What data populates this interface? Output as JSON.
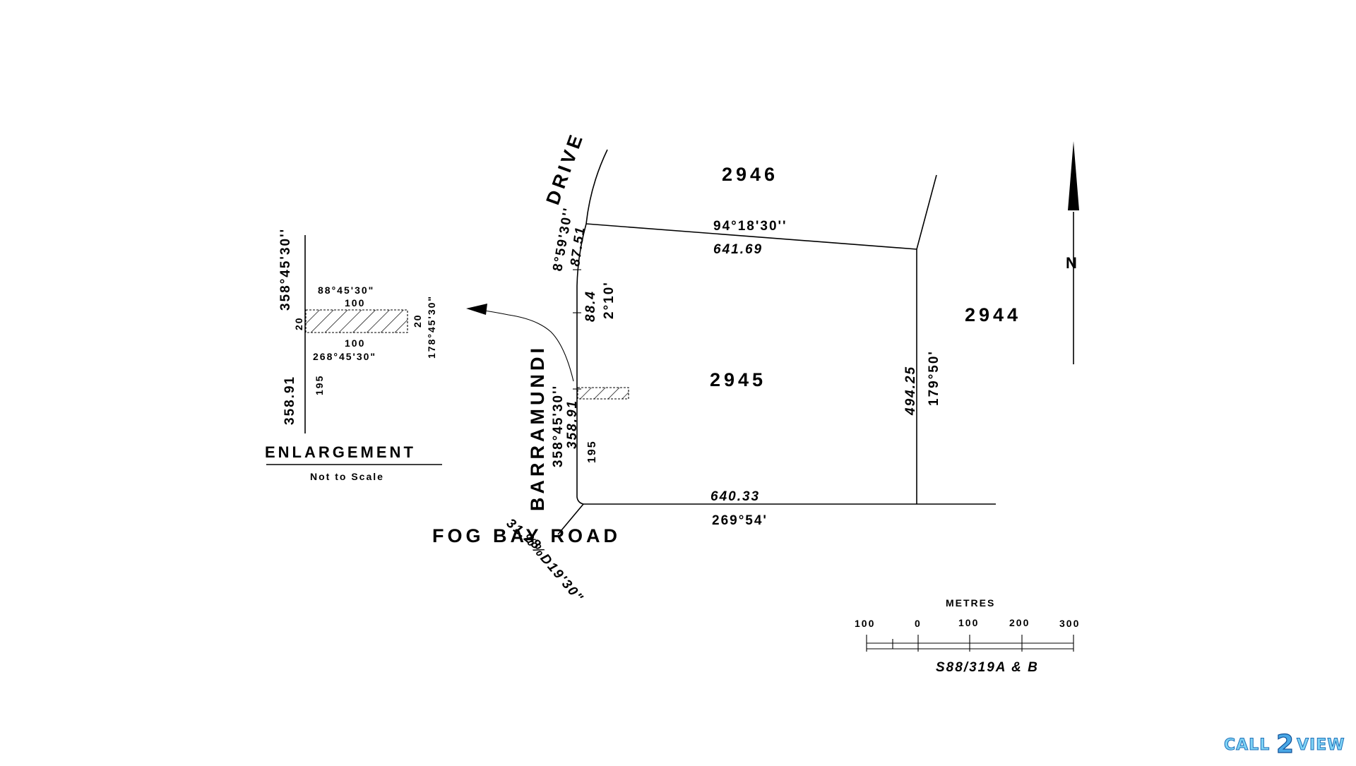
{
  "lots": {
    "north": "2946",
    "east": "2944",
    "subject": "2945"
  },
  "roads": {
    "drive": "DRIVE",
    "barramundi": "BARRAMUNDI",
    "fog_bay": "FOG BAY ROAD"
  },
  "boundaries": {
    "north_bearing": "94°18'30''",
    "north_distance": "641.69",
    "east_distance": "494.25",
    "east_bearing": "179°50'",
    "south_distance": "640.33",
    "south_bearing": "269°54'",
    "west_bearing_upper": "8°59'30''",
    "west_distance_upper": "87.51",
    "west_distance_mid": "88.4",
    "west_bearing_mid": "2°10'",
    "west_bearing_lower": "358°45'30''",
    "west_distance_lower": "358.91",
    "west_offset": "195",
    "corner_distance": "31.28",
    "corner_bearing": "%%D19'30\""
  },
  "enlargement": {
    "title": "ENLARGEMENT",
    "subtitle": "Not to Scale",
    "bearing_top": "88°45'30\"",
    "length_top": "100",
    "length_bottom": "100",
    "bearing_bottom": "268°45'30\"",
    "width_left": "20",
    "width_right": "20",
    "bearing_right": "178°45'30\"",
    "line_bearing": "358°45'30''",
    "line_distance": "358.91",
    "offset": "195"
  },
  "north_arrow": {
    "label": "N"
  },
  "scale_bar": {
    "unit": "METRES",
    "ticks": [
      "100",
      "0",
      "100",
      "200",
      "300"
    ],
    "plan_ref": "S88/319A & B"
  },
  "branding": {
    "left": "CALL",
    "middle": "2",
    "right": "VIEW"
  }
}
